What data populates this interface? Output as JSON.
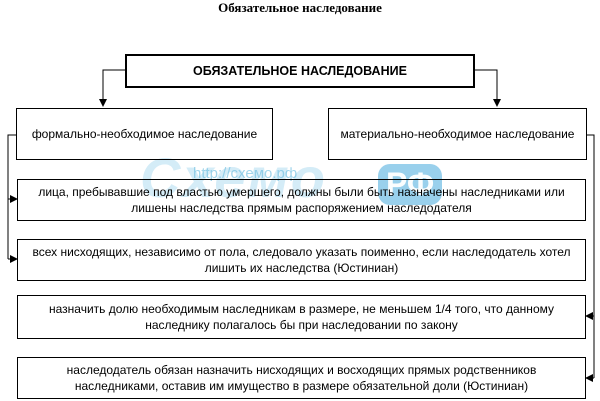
{
  "title": "Обязательное наследование",
  "main_box": "ОБЯЗАТЕЛЬНОЕ НАСЛЕДОВАНИЕ",
  "left_box": "формально-необходимое наследование",
  "right_box": "материально-необходимое наследование",
  "rows": [
    "лица, пребывавшие под властью умершего, должны были быть назначены наследниками или лишены наследства прямым распоряжением наследодателя",
    "всех нисходящих, независимо от пола, следовало указать поименно, если наследодатель хотел лишить их наследства (Юстиниан)",
    "назначить долю необходимым наследникам в размере, не меньшем 1/4 того, что данному наследнику полагалось бы при наследовании по закону",
    "наследодатель обязан назначить нисходящих и восходящих прямых родственников наследниками, оставив им имущество в размере обязательной доли (Юстиниан)"
  ],
  "watermark": {
    "url": "http://схемо.рф",
    "logo": "Схемо",
    "rf": "РФ"
  }
}
